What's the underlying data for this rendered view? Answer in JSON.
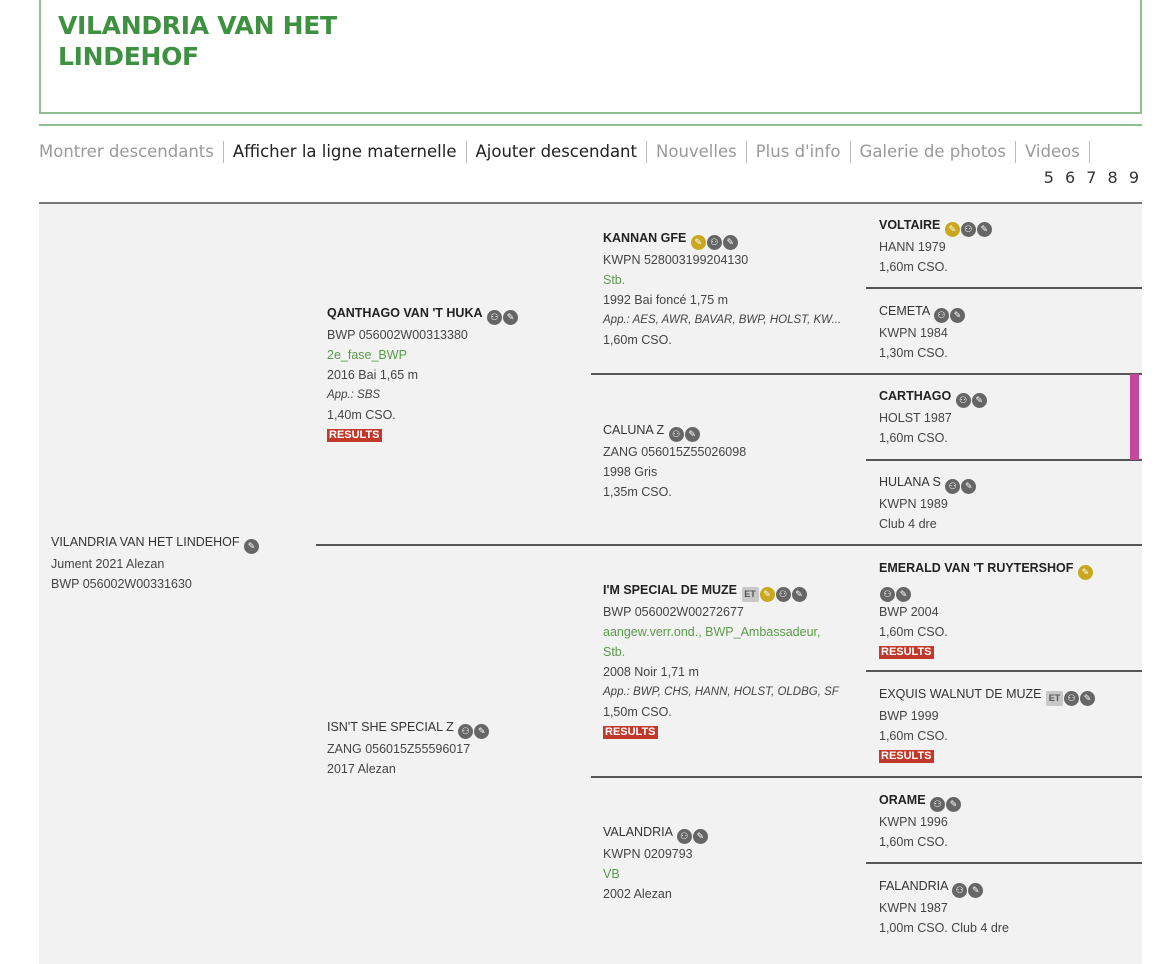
{
  "title": {
    "line1": "VILANDRIA VAN HET",
    "line2": "LINDEHOF"
  },
  "nav": [
    {
      "label": "Montrer descendants",
      "style": "dim"
    },
    {
      "label": "Afficher la ligne maternelle",
      "style": "dark"
    },
    {
      "label": "Ajouter descendant",
      "style": "dark"
    },
    {
      "label": "Nouvelles",
      "style": "dim"
    },
    {
      "label": "Plus d'info",
      "style": "dim"
    },
    {
      "label": "Galerie de photos",
      "style": "dim"
    },
    {
      "label": "Videos",
      "style": "dim"
    }
  ],
  "pages": "5 6 7 8 9",
  "results_label": "RESULTS",
  "colors": {
    "accent": "#3d9140",
    "results": "#c0392b",
    "highlight_bar": "#c2489c",
    "gold_icon": "#c9a820"
  },
  "horse": {
    "name": "VILANDRIA VAN HET LINDEHOF",
    "line1": "Jument 2021 Alezan",
    "line2": "BWP 056002W00331630"
  },
  "sire": {
    "name": "QANTHAGO VAN 'T HUKA",
    "reg": "BWP 056002W00313380",
    "status": "2e_fase_BWP",
    "info": "2016 Bai 1,65 m",
    "app": "App.: SBS",
    "level": "1,40m CSO."
  },
  "dam": {
    "name": "ISN'T SHE SPECIAL Z",
    "reg": "ZANG 056015Z55596017",
    "info": "2017 Alezan"
  },
  "ss": {
    "name": "KANNAN GFE",
    "reg": "KWPN 528003199204130",
    "status": "Stb.",
    "info": "1992 Bai foncé 1,75 m",
    "app": "App.: AES, AWR, BAVAR, BWP, HOLST, KW...",
    "level": "1,60m CSO."
  },
  "sd": {
    "name": "CALUNA Z",
    "reg": "ZANG 056015Z55026098",
    "info": "1998 Gris",
    "level": "1,35m CSO."
  },
  "ds": {
    "name": "I'M SPECIAL DE MUZE",
    "reg": "BWP 056002W00272677",
    "status1": "aangew.verr.ond., BWP_Ambassadeur,",
    "status2": "Stb.",
    "info": "2008 Noir 1,71 m",
    "app": "App.: BWP, CHS, HANN, HOLST, OLDBG, SF",
    "level": "1,50m CSO."
  },
  "dd": {
    "name": "VALANDRIA",
    "reg": "KWPN 0209793",
    "status": "VB",
    "info": "2002 Alezan"
  },
  "sss": {
    "name": "VOLTAIRE",
    "reg": "HANN 1979",
    "level": "1,60m CSO."
  },
  "ssd": {
    "name": "CEMETA",
    "reg": "KWPN 1984",
    "level": "1,30m CSO."
  },
  "sds": {
    "name": "CARTHAGO",
    "reg": "HOLST 1987",
    "level": "1,60m CSO."
  },
  "sdd": {
    "name": "HULANA S",
    "reg": "KWPN 1989",
    "level": "Club 4 dre"
  },
  "dss": {
    "name": "EMERALD VAN 'T RUYTERSHOF",
    "reg": "BWP 2004",
    "level": "1,60m CSO."
  },
  "dsd": {
    "name": "EXQUIS WALNUT DE MUZE",
    "reg": "BWP 1999",
    "level": "1,60m CSO."
  },
  "dds": {
    "name": "ORAME",
    "reg": "KWPN 1996",
    "level": "1,60m CSO."
  },
  "ddd": {
    "name": "FALANDRIA",
    "reg": "KWPN 1987",
    "level": "1,00m CSO. Club 4 dre"
  }
}
